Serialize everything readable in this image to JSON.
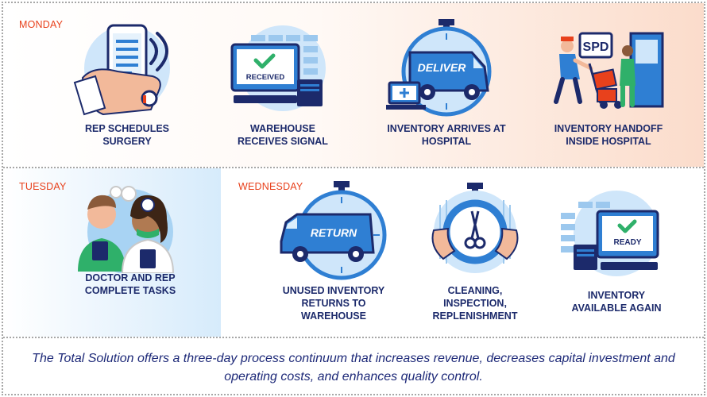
{
  "days": {
    "monday": "MONDAY",
    "tuesday": "TUESDAY",
    "wednesday": "WEDNESDAY"
  },
  "steps": [
    {
      "id": "rep-schedules",
      "label": "REP SCHEDULES\nSURGERY",
      "icon": "smartphone-hand-icon"
    },
    {
      "id": "warehouse-receives",
      "label": "WAREHOUSE\nRECEIVES SIGNAL",
      "icon": "computer-received-icon",
      "screen_text": "RECEIVED"
    },
    {
      "id": "inventory-arrives",
      "label": "INVENTORY ARRIVES AT\nHOSPITAL",
      "icon": "delivery-van-stopwatch-icon",
      "van_text": "DELIVER"
    },
    {
      "id": "inventory-handoff",
      "label": "INVENTORY HANDOFF\nINSIDE HOSPITAL",
      "icon": "spd-handoff-icon",
      "sign_text": "SPD"
    },
    {
      "id": "doctor-rep",
      "label": "DOCTOR AND REP\nCOMPLETE TASKS",
      "icon": "doctor-and-rep-icon"
    },
    {
      "id": "unused-returns",
      "label": "UNUSED INVENTORY\nRETURNS TO\nWAREHOUSE",
      "icon": "return-van-stopwatch-icon",
      "van_text": "RETURN"
    },
    {
      "id": "cleaning",
      "label": "CLEANING,\nINSPECTION,\nREPLENISHMENT",
      "icon": "scissors-stopwatch-icon"
    },
    {
      "id": "available-again",
      "label": "INVENTORY\nAVAILABLE AGAIN",
      "icon": "computer-ready-icon",
      "screen_text": "READY"
    }
  ],
  "footer": "The Total Solution offers a three-day process continuum that increases revenue, decreases capital investment and operating costs, and enhances quality control.",
  "colors": {
    "accent_red": "#e8411c",
    "navy": "#1c2a6b",
    "blue": "#2f7fd3",
    "light_blue": "#a8d3f3",
    "monday_bg": "#fbdccb",
    "tuesday_bg": "#d6ebfb"
  }
}
